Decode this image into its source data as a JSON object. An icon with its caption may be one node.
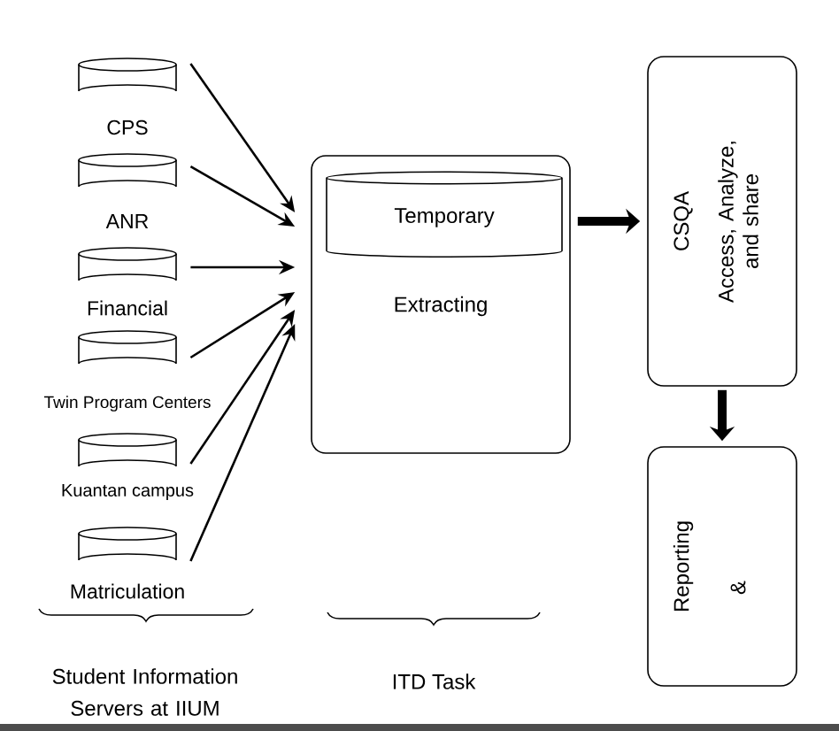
{
  "diagram": {
    "nodes": [
      {
        "text": [],
        "shape": "cylinder",
        "beside": [
          "CPS"
        ]
      },
      {
        "text": [],
        "shape": "cylinder",
        "beside": [
          "ANR"
        ]
      },
      {
        "text": [],
        "shape": "cylinder",
        "beside": [
          "Financial"
        ]
      },
      {
        "text": [],
        "shape": "cylinder",
        "beside": [
          "Twin Program Centers"
        ]
      },
      {
        "text": [],
        "shape": "cylinder",
        "beside": [
          "Kuantan campus"
        ]
      },
      {
        "text": [],
        "shape": "cylinder",
        "beside": [
          "Matriculation"
        ]
      },
      {
        "text": [
          "Extracting"
        ]
      },
      {
        "text": [
          "Temporary"
        ],
        "in": 6
      },
      {
        "text": [
          "CSQA",
          "Access, Analyze, and share"
        ]
      },
      {
        "text": [
          "Reporting",
          "&"
        ]
      }
    ],
    "edges": [
      {
        "from": 0,
        "to": 6,
        "arrow": "to"
      },
      {
        "from": 1,
        "to": 6,
        "arrow": "to"
      },
      {
        "from": 2,
        "to": 6,
        "arrow": "to"
      },
      {
        "from": 3,
        "to": 6,
        "arrow": "to"
      },
      {
        "from": 4,
        "to": 6,
        "arrow": "to"
      },
      {
        "from": 5,
        "to": 6,
        "arrow": "to"
      },
      {
        "from": 6,
        "to": 8,
        "arrow": "to",
        "style": "thick"
      },
      {
        "from": 8,
        "to": 9,
        "arrow": "to",
        "style": "thick"
      }
    ],
    "labels": [
      "Student Information Servers at IIUM",
      "ITD Task"
    ]
  }
}
